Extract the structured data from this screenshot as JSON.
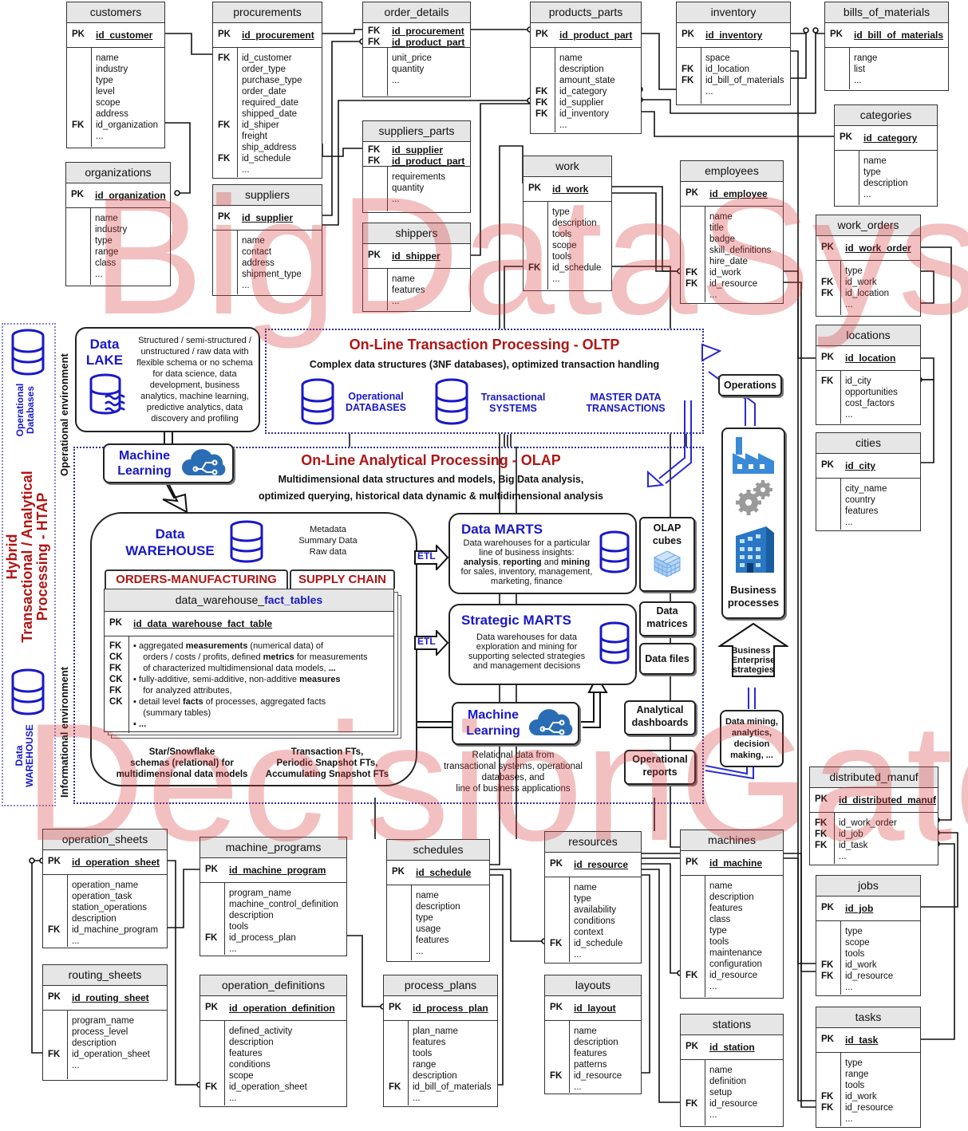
{
  "tables": {
    "customers": {
      "title": "customers",
      "pk": "id_customer",
      "fields": [
        [
          "",
          "name"
        ],
        [
          "",
          "industry"
        ],
        [
          "",
          "type"
        ],
        [
          "",
          "level"
        ],
        [
          "",
          "scope"
        ],
        [
          "",
          "address"
        ],
        [
          "FK",
          "id_organization"
        ],
        [
          "",
          "..."
        ]
      ]
    },
    "procurements": {
      "title": "procurements",
      "pk": "id_procurement",
      "fields": [
        [
          "FK",
          "id_customer"
        ],
        [
          "",
          "order_type"
        ],
        [
          "",
          "purchase_type"
        ],
        [
          "",
          "order_date"
        ],
        [
          "",
          "required_date"
        ],
        [
          "",
          "shipped_date"
        ],
        [
          "FK",
          "id_shiper"
        ],
        [
          "",
          "freight"
        ],
        [
          "",
          "ship_address"
        ],
        [
          "FK",
          "id_schedule"
        ],
        [
          "",
          "..."
        ]
      ]
    },
    "order_details": {
      "title": "order_details",
      "pk": "id_procurement",
      "pk2": "id_product_part",
      "fields": [
        [
          "",
          "unit_price"
        ],
        [
          "",
          "quantity"
        ],
        [
          "",
          "..."
        ]
      ]
    },
    "products_parts": {
      "title": "products_parts",
      "pk": "id_product_part",
      "fields": [
        [
          "",
          "name"
        ],
        [
          "",
          "description"
        ],
        [
          "",
          "amount_state"
        ],
        [
          "FK",
          "id_category"
        ],
        [
          "FK",
          "id_supplier"
        ],
        [
          "FK",
          "id_inventory"
        ],
        [
          "",
          "..."
        ]
      ]
    },
    "inventory": {
      "title": "inventory",
      "pk": "id_inventory",
      "fields": [
        [
          "",
          "space"
        ],
        [
          "FK",
          "id_location"
        ],
        [
          "FK",
          "id_bill_of_materials"
        ],
        [
          "",
          "..."
        ]
      ]
    },
    "bills_of_materials": {
      "title": "bills_of_materials",
      "pk": "id_bill_of_materials",
      "fields": [
        [
          "",
          "range"
        ],
        [
          "",
          "list"
        ],
        [
          "",
          "..."
        ]
      ]
    },
    "categories": {
      "title": "categories",
      "pk": "id_category",
      "fields": [
        [
          "",
          "name"
        ],
        [
          "",
          "type"
        ],
        [
          "",
          "description"
        ],
        [
          "",
          "..."
        ]
      ]
    },
    "organizations": {
      "title": "organizations",
      "pk": "id_organization",
      "fields": [
        [
          "",
          "name"
        ],
        [
          "",
          "industry"
        ],
        [
          "",
          "type"
        ],
        [
          "",
          "range"
        ],
        [
          "",
          "class"
        ],
        [
          "",
          "..."
        ]
      ]
    },
    "suppliers": {
      "title": "suppliers",
      "pk": "id_supplier",
      "fields": [
        [
          "",
          "name"
        ],
        [
          "",
          "contact"
        ],
        [
          "",
          "address"
        ],
        [
          "",
          "shipment_type"
        ],
        [
          "",
          "..."
        ]
      ]
    },
    "suppliers_parts": {
      "title": "suppliers_parts",
      "pk": "id_supplier",
      "pk2": "id_product_part",
      "fields": [
        [
          "",
          "requirements"
        ],
        [
          "",
          "quantity"
        ],
        [
          "",
          "..."
        ]
      ]
    },
    "shippers": {
      "title": "shippers",
      "pk": "id_shipper",
      "fields": [
        [
          "",
          "name"
        ],
        [
          "",
          "features"
        ],
        [
          "",
          "..."
        ]
      ]
    },
    "work": {
      "title": "work",
      "pk": "id_work",
      "fields": [
        [
          "",
          "type"
        ],
        [
          "",
          "description"
        ],
        [
          "",
          "tools"
        ],
        [
          "",
          "scope"
        ],
        [
          "",
          "tools"
        ],
        [
          "FK",
          "id_schedule"
        ],
        [
          "",
          "..."
        ]
      ]
    },
    "employees": {
      "title": "employees",
      "pk": "id_employee",
      "fields": [
        [
          "",
          "name"
        ],
        [
          "",
          "title"
        ],
        [
          "",
          "badge"
        ],
        [
          "",
          "skill_definitions"
        ],
        [
          "",
          "hire_date"
        ],
        [
          "FK",
          "id_work"
        ],
        [
          "FK",
          "id_resource"
        ],
        [
          "",
          "..."
        ]
      ]
    },
    "work_orders": {
      "title": "work_orders",
      "pk": "id_work_order",
      "fields": [
        [
          "",
          "type"
        ],
        [
          "FK",
          "id_work"
        ],
        [
          "FK",
          "id_location"
        ],
        [
          "",
          "..."
        ]
      ]
    },
    "locations": {
      "title": "locations",
      "pk": "id_location",
      "fields": [
        [
          "FK",
          "id_city"
        ],
        [
          "",
          "opportunities"
        ],
        [
          "",
          "cost_factors"
        ],
        [
          "",
          "..."
        ]
      ]
    },
    "cities": {
      "title": "cities",
      "pk": "id_city",
      "fields": [
        [
          "",
          "city_name"
        ],
        [
          "",
          "country"
        ],
        [
          "",
          "features"
        ],
        [
          "",
          "..."
        ]
      ]
    },
    "distributed_manuf": {
      "title": "distributed_manuf",
      "pk": "id_distributed_manuf",
      "fields": [
        [
          "FK",
          "id_work_order"
        ],
        [
          "FK",
          "id_job"
        ],
        [
          "FK",
          "id_task"
        ],
        [
          "",
          "..."
        ]
      ]
    },
    "jobs": {
      "title": "jobs",
      "pk": "id_job",
      "fields": [
        [
          "",
          "type"
        ],
        [
          "",
          "scope"
        ],
        [
          "",
          "tools"
        ],
        [
          "FK",
          "id_work"
        ],
        [
          "FK",
          "id_resource"
        ],
        [
          "",
          "..."
        ]
      ]
    },
    "tasks": {
      "title": "tasks",
      "pk": "id_task",
      "fields": [
        [
          "",
          "type"
        ],
        [
          "",
          "range"
        ],
        [
          "",
          "tools"
        ],
        [
          "FK",
          "id_work"
        ],
        [
          "FK",
          "id_resource"
        ],
        [
          "",
          "..."
        ]
      ]
    },
    "operation_sheets": {
      "title": "operation_sheets",
      "pk": "id_operation_sheet",
      "fields": [
        [
          "",
          "operation_name"
        ],
        [
          "",
          "operation_task"
        ],
        [
          "",
          "station_operations"
        ],
        [
          "",
          "description"
        ],
        [
          "FK",
          "id_machine_program"
        ],
        [
          "",
          "..."
        ]
      ]
    },
    "machine_programs": {
      "title": "machine_programs",
      "pk": "id_machine_program",
      "fields": [
        [
          "",
          "program_name"
        ],
        [
          "",
          "machine_control_definition"
        ],
        [
          "",
          "description"
        ],
        [
          "",
          "tools"
        ],
        [
          "FK",
          "id_process_plan"
        ],
        [
          "",
          "..."
        ]
      ]
    },
    "schedules": {
      "title": "schedules",
      "pk": "id_schedule",
      "fields": [
        [
          "",
          "name"
        ],
        [
          "",
          "description"
        ],
        [
          "",
          "type"
        ],
        [
          "",
          "usage"
        ],
        [
          "",
          "features"
        ],
        [
          "",
          "..."
        ]
      ]
    },
    "resources": {
      "title": "resources",
      "pk": "id_resource",
      "fields": [
        [
          "",
          "name"
        ],
        [
          "",
          "type"
        ],
        [
          "",
          "availability"
        ],
        [
          "",
          "conditions"
        ],
        [
          "",
          "context"
        ],
        [
          "FK",
          "id_schedule"
        ],
        [
          "",
          "..."
        ]
      ]
    },
    "machines": {
      "title": "machines",
      "pk": "id_machine",
      "fields": [
        [
          "",
          "name"
        ],
        [
          "",
          "description"
        ],
        [
          "",
          "features"
        ],
        [
          "",
          "class"
        ],
        [
          "",
          "type"
        ],
        [
          "",
          "tools"
        ],
        [
          "",
          "maintenance"
        ],
        [
          "",
          "configuration"
        ],
        [
          "FK",
          "id_resource"
        ],
        [
          "",
          "..."
        ]
      ]
    },
    "routing_sheets": {
      "title": "routing_sheets",
      "pk": "id_routing_sheet",
      "fields": [
        [
          "",
          "program_name"
        ],
        [
          "",
          "process_level"
        ],
        [
          "",
          "description"
        ],
        [
          "FK",
          "id_operation_sheet"
        ],
        [
          "",
          "..."
        ]
      ]
    },
    "operation_definitions": {
      "title": "operation_definitions",
      "pk": "id_operation_definition",
      "fields": [
        [
          "",
          "defined_activity"
        ],
        [
          "",
          "description"
        ],
        [
          "",
          "features"
        ],
        [
          "",
          "conditions"
        ],
        [
          "",
          "scope"
        ],
        [
          "FK",
          "id_operation_sheet"
        ],
        [
          "",
          "..."
        ]
      ]
    },
    "process_plans": {
      "title": "process_plans",
      "pk": "id_process_plan",
      "fields": [
        [
          "",
          "plan_name"
        ],
        [
          "",
          "features"
        ],
        [
          "",
          "tools"
        ],
        [
          "",
          "range"
        ],
        [
          "",
          "description"
        ],
        [
          "FK",
          "id_bill_of_materials"
        ],
        [
          "",
          "..."
        ]
      ]
    },
    "layouts": {
      "title": "layouts",
      "pk": "id_layout",
      "fields": [
        [
          "",
          "name"
        ],
        [
          "",
          "description"
        ],
        [
          "",
          "features"
        ],
        [
          "",
          "patterns"
        ],
        [
          "FK",
          "id_resource"
        ],
        [
          "",
          "..."
        ]
      ]
    },
    "stations": {
      "title": "stations",
      "pk": "id_station",
      "fields": [
        [
          "",
          "name"
        ],
        [
          "",
          "definition"
        ],
        [
          "",
          "setup"
        ],
        [
          "FK",
          "id_resource"
        ],
        [
          "",
          "..."
        ]
      ]
    }
  },
  "key_labels": {
    "pk": "PK"
  },
  "htap": {
    "line1": "Hybrid",
    "line2": "Transactional / Analytical",
    "line3": "Processing - HTAP",
    "op_db": "Operational Databases",
    "dw": "Data WAREHOUSE"
  },
  "env": {
    "operational": "Operational environment",
    "informational": "Informational environment"
  },
  "lake": {
    "title1": "Data",
    "title2": "LAKE",
    "desc": "Structured / semi-structured / unstructured / raw data with flexible schema or no schema for data science, data development, business analytics, machine learning, predictive analytics, data discovery and profiling"
  },
  "oltp": {
    "title": "On-Line Transaction Processing - OLTP",
    "subtitle": "Complex data structures (3NF databases), optimized transaction handling",
    "item1": "Operational DATABASES",
    "item2": "Transactional SYSTEMS",
    "item3": "MASTER DATA TRANSACTIONS"
  },
  "olap": {
    "title": "On-Line Analytical Processing - OLAP",
    "sub1": "Multidimensional data structures and models, Big Data analysis,",
    "sub2": "optimized querying, historical data dynamic & multidimensional analysis"
  },
  "ml": {
    "line1": "Machine",
    "line2": "Learning"
  },
  "dw": {
    "title1": "Data",
    "title2": "WAREHOUSE",
    "meta1": "Metadata",
    "meta2": "Summary Data",
    "meta3": "Raw data",
    "tab1": "ORDERS-MANUFACTURING",
    "tab2": "SUPPLY CHAIN",
    "fact_title_a": "data_warehouse_",
    "fact_title_b": "fact_tables",
    "fact_pk": "id_data_warehouse_fact_table",
    "fact_keys": [
      "FK",
      "CK",
      "FK",
      "CK",
      "FK",
      "CK"
    ],
    "fact_lines": [
      {
        "b": false,
        "t": "▪ aggregated <b>measurements</b> (numerical data) of"
      },
      {
        "b": false,
        "t": "   orders / costs / profits, defined <b>metrics</b> for measurements"
      },
      {
        "b": false,
        "t": "   of characterized multidimensional data models, <b>...</b>"
      },
      {
        "b": false,
        "t": "▪ fully-additive, semi-additive, non-additive <b>measures</b>"
      },
      {
        "b": false,
        "t": "   for analyzed attributes,"
      },
      {
        "b": false,
        "t": "▪ detail level <b>facts</b> of processes, aggregated facts"
      },
      {
        "b": false,
        "t": "   (summary tables)"
      },
      {
        "b": false,
        "t": "▪ <b>...</b>"
      }
    ],
    "cap1a": "Star/Snowflake",
    "cap1b": "schemas (relational) for",
    "cap1c": "multidimensional data models",
    "cap2a": "Transaction FTs,",
    "cap2b": "Periodic Snapshot FTs,",
    "cap2c": "Accumulating Snapshot FTs"
  },
  "etl": "ETL",
  "marts": {
    "title": "Data MARTS",
    "d1": "Data warehouses for a particular",
    "d2": "line of business insights:",
    "d3a": "analysis",
    "d3b": ", ",
    "d3c": "reporting",
    "d3d": " and ",
    "d3e": "mining",
    "d4": "for sales, inventory, management,",
    "d5": "marketing, finance"
  },
  "strategic": {
    "title": "Strategic MARTS",
    "d1": "Data warehouses for data",
    "d2": "exploration and mining for",
    "d3": "supporting selected strategies",
    "d4": "and management decisions"
  },
  "outputs": {
    "olap_cubes": "OLAP cubes",
    "matrices": "Data matrices",
    "files": "Data files",
    "dashboards": "Analytical dashboards",
    "reports": "Operational reports"
  },
  "relational": {
    "l1": "Relational data from",
    "l2": "transactional systems, operational",
    "l3": "databases, and",
    "l4": "line of business applications"
  },
  "right": {
    "operations": "Operations",
    "business": "Business processes",
    "strategies": "Business / Enterprise strategies",
    "mining1": "Data mining,",
    "mining2": "analytics,",
    "mining3": "decision",
    "mining4": "making, ..."
  },
  "watermark": {
    "top": "BigDataSys",
    "bottom": "DecisionGate"
  }
}
